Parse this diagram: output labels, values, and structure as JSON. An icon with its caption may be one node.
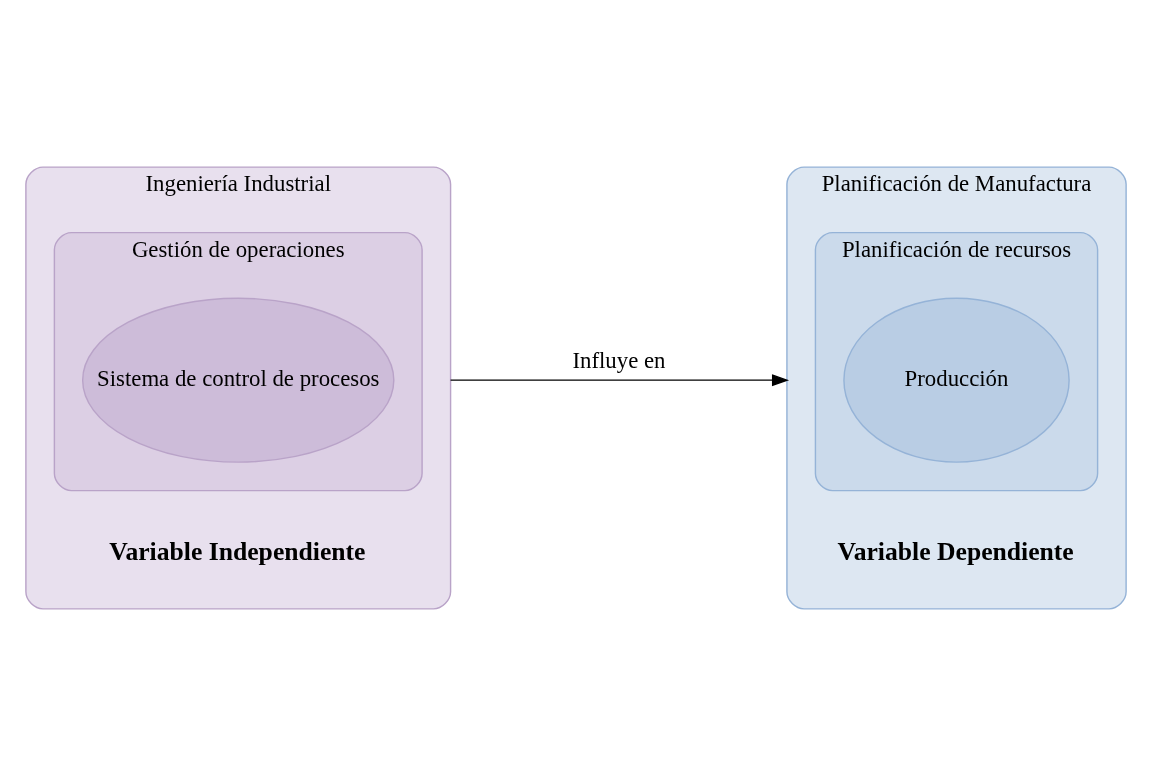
{
  "diagram": {
    "nodes": [
      {
        "text": [
          "Ingeniería Industrial"
        ],
        "beside": [
          "Variable Independiente"
        ]
      },
      {
        "text": [
          "Gestión de operaciones"
        ],
        "in": 0
      },
      {
        "text": [
          "Sistema de control de procesos"
        ],
        "in": 1
      },
      {
        "text": [
          "Planificación de Manufactura"
        ],
        "beside": [
          "Variable Dependiente"
        ]
      },
      {
        "text": [
          "Planificación de recursos"
        ],
        "in": 3
      },
      {
        "text": [
          "Producción"
        ],
        "in": 4
      }
    ],
    "edges": [
      {
        "from": 0,
        "to": 3,
        "arrow": "to",
        "label": "Influye en"
      }
    ]
  }
}
